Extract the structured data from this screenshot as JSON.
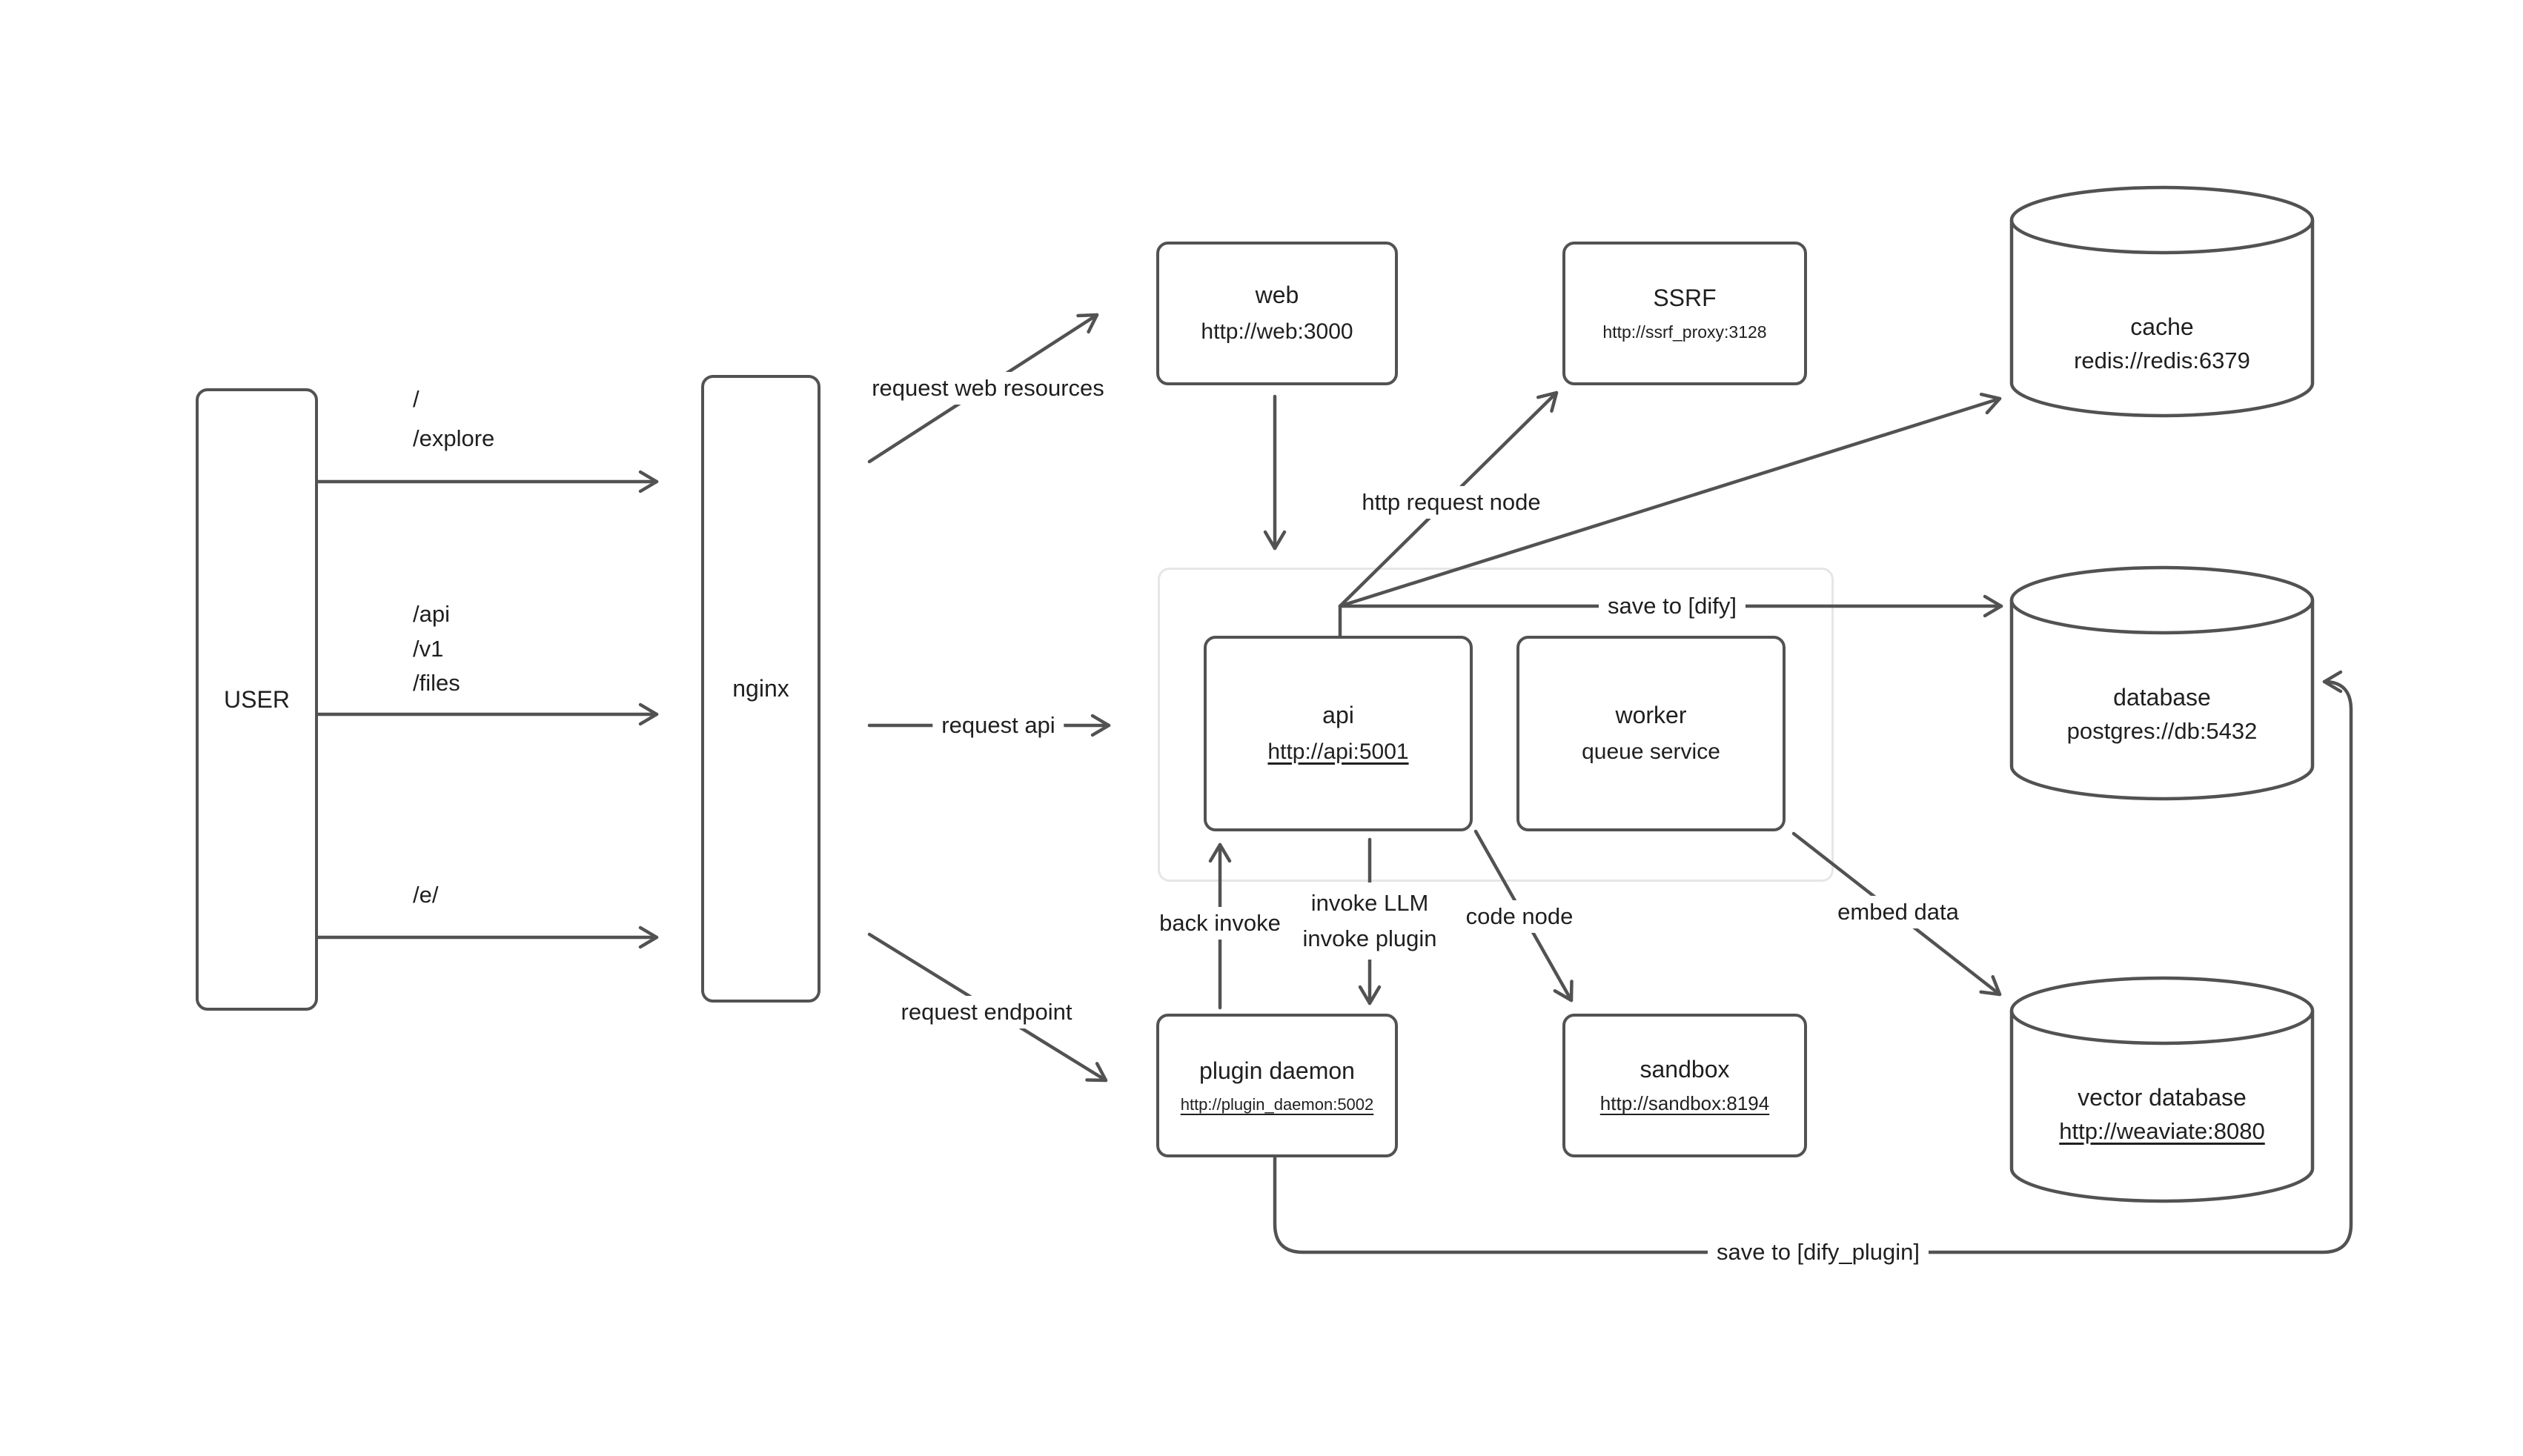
{
  "canvas": {
    "background": "#ffffff",
    "stroke_color": "#525252",
    "text_color": "#1f1f1f"
  },
  "nodes": {
    "user": {
      "label": "USER"
    },
    "nginx": {
      "label": "nginx"
    },
    "web": {
      "title": "web",
      "subtitle": "http://web:3000"
    },
    "ssrf": {
      "title": "SSRF",
      "subtitle": "http://ssrf_proxy:3128"
    },
    "cache": {
      "title": "cache",
      "subtitle": "redis://redis:6379"
    },
    "api": {
      "title": "api",
      "subtitle": "http://api:5001"
    },
    "worker": {
      "title": "worker",
      "subtitle": "queue service"
    },
    "database": {
      "title": "database",
      "subtitle": "postgres://db:5432"
    },
    "plugin_daemon": {
      "title": "plugin daemon",
      "subtitle": "http://plugin_daemon:5002"
    },
    "sandbox": {
      "title": "sandbox",
      "subtitle": "http://sandbox:8194"
    },
    "vector_database": {
      "title": "vector database",
      "subtitle": "http://weaviate:8080"
    }
  },
  "edge_labels": {
    "root_path": "/",
    "explore_path": "/explore",
    "api_path": "/api",
    "v1_path": "/v1",
    "files_path": "/files",
    "e_path": "/e/",
    "request_web_resources": "request web resources",
    "request_api": "request api",
    "request_endpoint": "request endpoint",
    "http_request_node": "http request node",
    "save_to_dify": "save to [dify]",
    "back_invoke": "back invoke",
    "invoke_llm": "invoke LLM",
    "invoke_plugin": "invoke plugin",
    "code_node": "code node",
    "embed_data": "embed data",
    "save_to_dify_plugin": "save to [dify_plugin]"
  }
}
